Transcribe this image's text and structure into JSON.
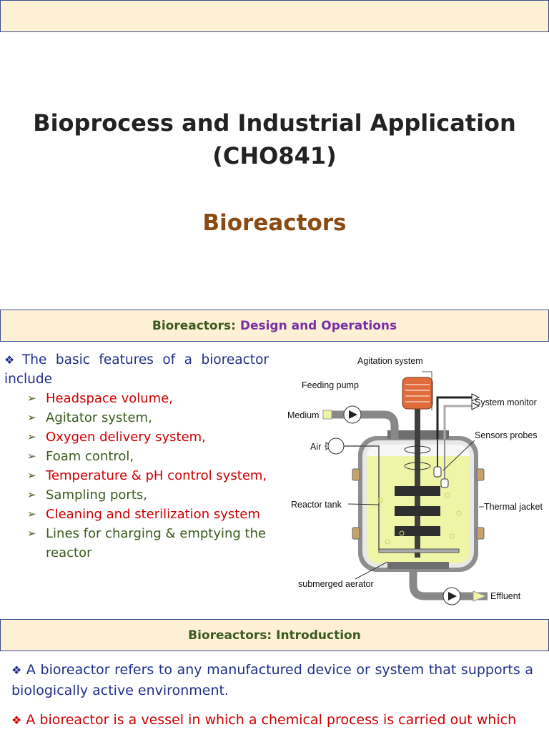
{
  "slide1": {
    "title_line1": "Bioprocess and Industrial Application",
    "title_line2": "(CHO841)",
    "subtitle": "Bioreactors"
  },
  "slide2": {
    "header_prefix": "Bioreactors: ",
    "header_highlight": "Design and Operations",
    "intro": "The basic features of a bioreactor include",
    "features": [
      "Headspace volume,",
      "Agitator system,",
      "Oxygen delivery system,",
      "Foam control,",
      "Temperature & pH control system,",
      "Sampling ports,",
      "Cleaning and sterilization system",
      "Lines for charging & emptying the reactor"
    ],
    "diagram_labels": {
      "agitation": "Agitation system",
      "feeding_pump": "Feeding pump",
      "system_monitor": "System monitor",
      "medium": "Medium",
      "sensors": "Sensors probes",
      "air": "Air",
      "reactor_tank": "Reactor tank",
      "thermal_jacket": "Thermal jacket",
      "aerator": "submerged aerator",
      "effluent": "Effluent"
    }
  },
  "slide3": {
    "header": "Bioreactors: Introduction",
    "para1": "A bioreactor refers to any manufactured device or system that supports a biologically active environment.",
    "para2": "A bioreactor is a vessel in which a chemical process is carried out which"
  },
  "colors": {
    "banner_bg": "#fdf0d5",
    "banner_border": "#3a4d8f",
    "subtitle": "#8a4a12",
    "header_green": "#3b5a1e",
    "header_purple": "#7a2fa6",
    "blue_text": "#1f2f8a",
    "red_text": "#cc0000"
  }
}
